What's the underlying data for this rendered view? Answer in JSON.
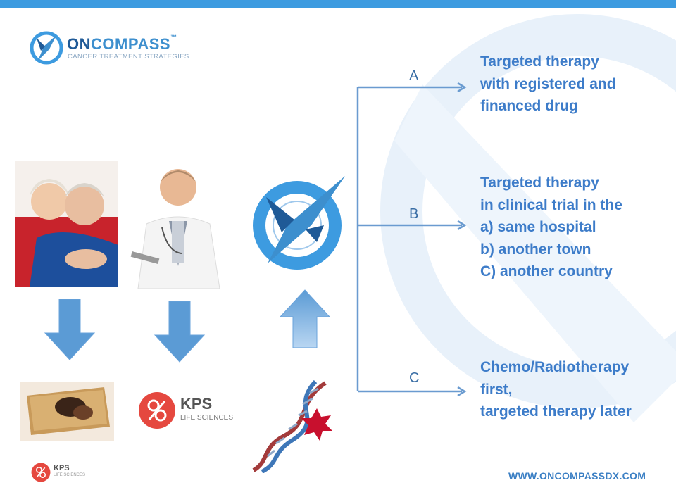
{
  "logo": {
    "brand_prefix": "ON",
    "brand_suffix": "COMPASS",
    "trademark": "™",
    "tagline": "CANCER TREATMENT STRATEGIES"
  },
  "branches": [
    {
      "label": "A",
      "lines": [
        "Targeted therapy",
        "with registered and",
        "financed drug"
      ]
    },
    {
      "label": "B",
      "lines": [
        "Targeted therapy",
        "in clinical trial in the",
        "a) same hospital",
        "b) another town",
        "C) another country"
      ]
    },
    {
      "label": "C",
      "lines": [
        "Chemo/Radiotherapy",
        "first,",
        "targeted therapy later"
      ]
    }
  ],
  "kps": {
    "name": "KPS",
    "sub": "LIFE SCIENCES"
  },
  "kps_small": {
    "name": "KPS",
    "sub": "LIFE SCIENCES"
  },
  "footer": {
    "website": "WWW.ONCOMPASSDX.COM"
  },
  "colors": {
    "accent": "#3d9be0",
    "text_blue": "#3d7cc9",
    "arrow_blue": "#5b9bd5",
    "kps_red": "#e5483f",
    "star_red": "#c8102e"
  }
}
